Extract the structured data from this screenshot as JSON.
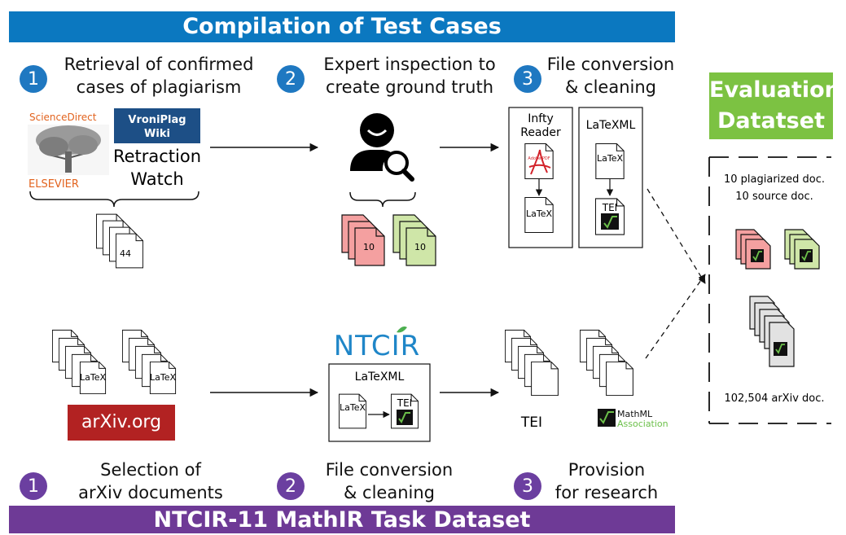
{
  "top_banner": {
    "title": "Compilation of Test Cases",
    "color": "#0b78c0"
  },
  "bottom_banner": {
    "title": "NTCIR-11 MathIR Task Dataset",
    "color": "#6e3a96"
  },
  "top_steps": [
    {
      "number": "1",
      "line1": "Retrieval of confirmed",
      "line2": "cases of plagiarism"
    },
    {
      "number": "2",
      "line1": "Expert inspection to",
      "line2": "create ground truth"
    },
    {
      "number": "3",
      "line1": "File conversion",
      "line2": "& cleaning"
    }
  ],
  "bottom_steps": [
    {
      "number": "1",
      "line1": "Selection of",
      "line2": "arXiv documents"
    },
    {
      "number": "2",
      "line1": "File conversion",
      "line2": "& cleaning"
    },
    {
      "number": "3",
      "line1": "Provision",
      "line2": "for research"
    }
  ],
  "sources": {
    "sciencedirect": "ScienceDirect",
    "elsevier": "ELSEVIER",
    "vroniplag_line1": "VroniPlag",
    "vroniplag_line2": "Wiki",
    "retraction_line1": "Retraction",
    "retraction_line2": "Watch",
    "case_count": "44"
  },
  "ground_truth": {
    "plagiarized_count": "10",
    "source_count": "10"
  },
  "conversion_tools": {
    "infty_line1": "Infty",
    "infty_line2": "Reader",
    "latexml": "LaTeXML",
    "pdf_label": "Adobe PDF",
    "latex_label": "LaTeX",
    "tei_label": "TEI"
  },
  "ntcir": {
    "logo": "NTCIR",
    "latexml": "LaTeXML",
    "latex_label": "LaTeX",
    "tei_label": "TEI"
  },
  "arxiv": {
    "label": "arXiv.org",
    "color": "#b22222",
    "latex_label": "LaTeX"
  },
  "provision": {
    "tei_label": "TEI",
    "mathml_line1": "MathML",
    "mathml_line2": "Association"
  },
  "evaluation": {
    "title_line1": "Evaluation",
    "title_line2": "Datatset",
    "color": "#7cc242",
    "plag_docs": "10 plagiarized doc.",
    "source_docs": "10 source doc.",
    "arxiv_docs": "102,504 arXiv doc."
  }
}
